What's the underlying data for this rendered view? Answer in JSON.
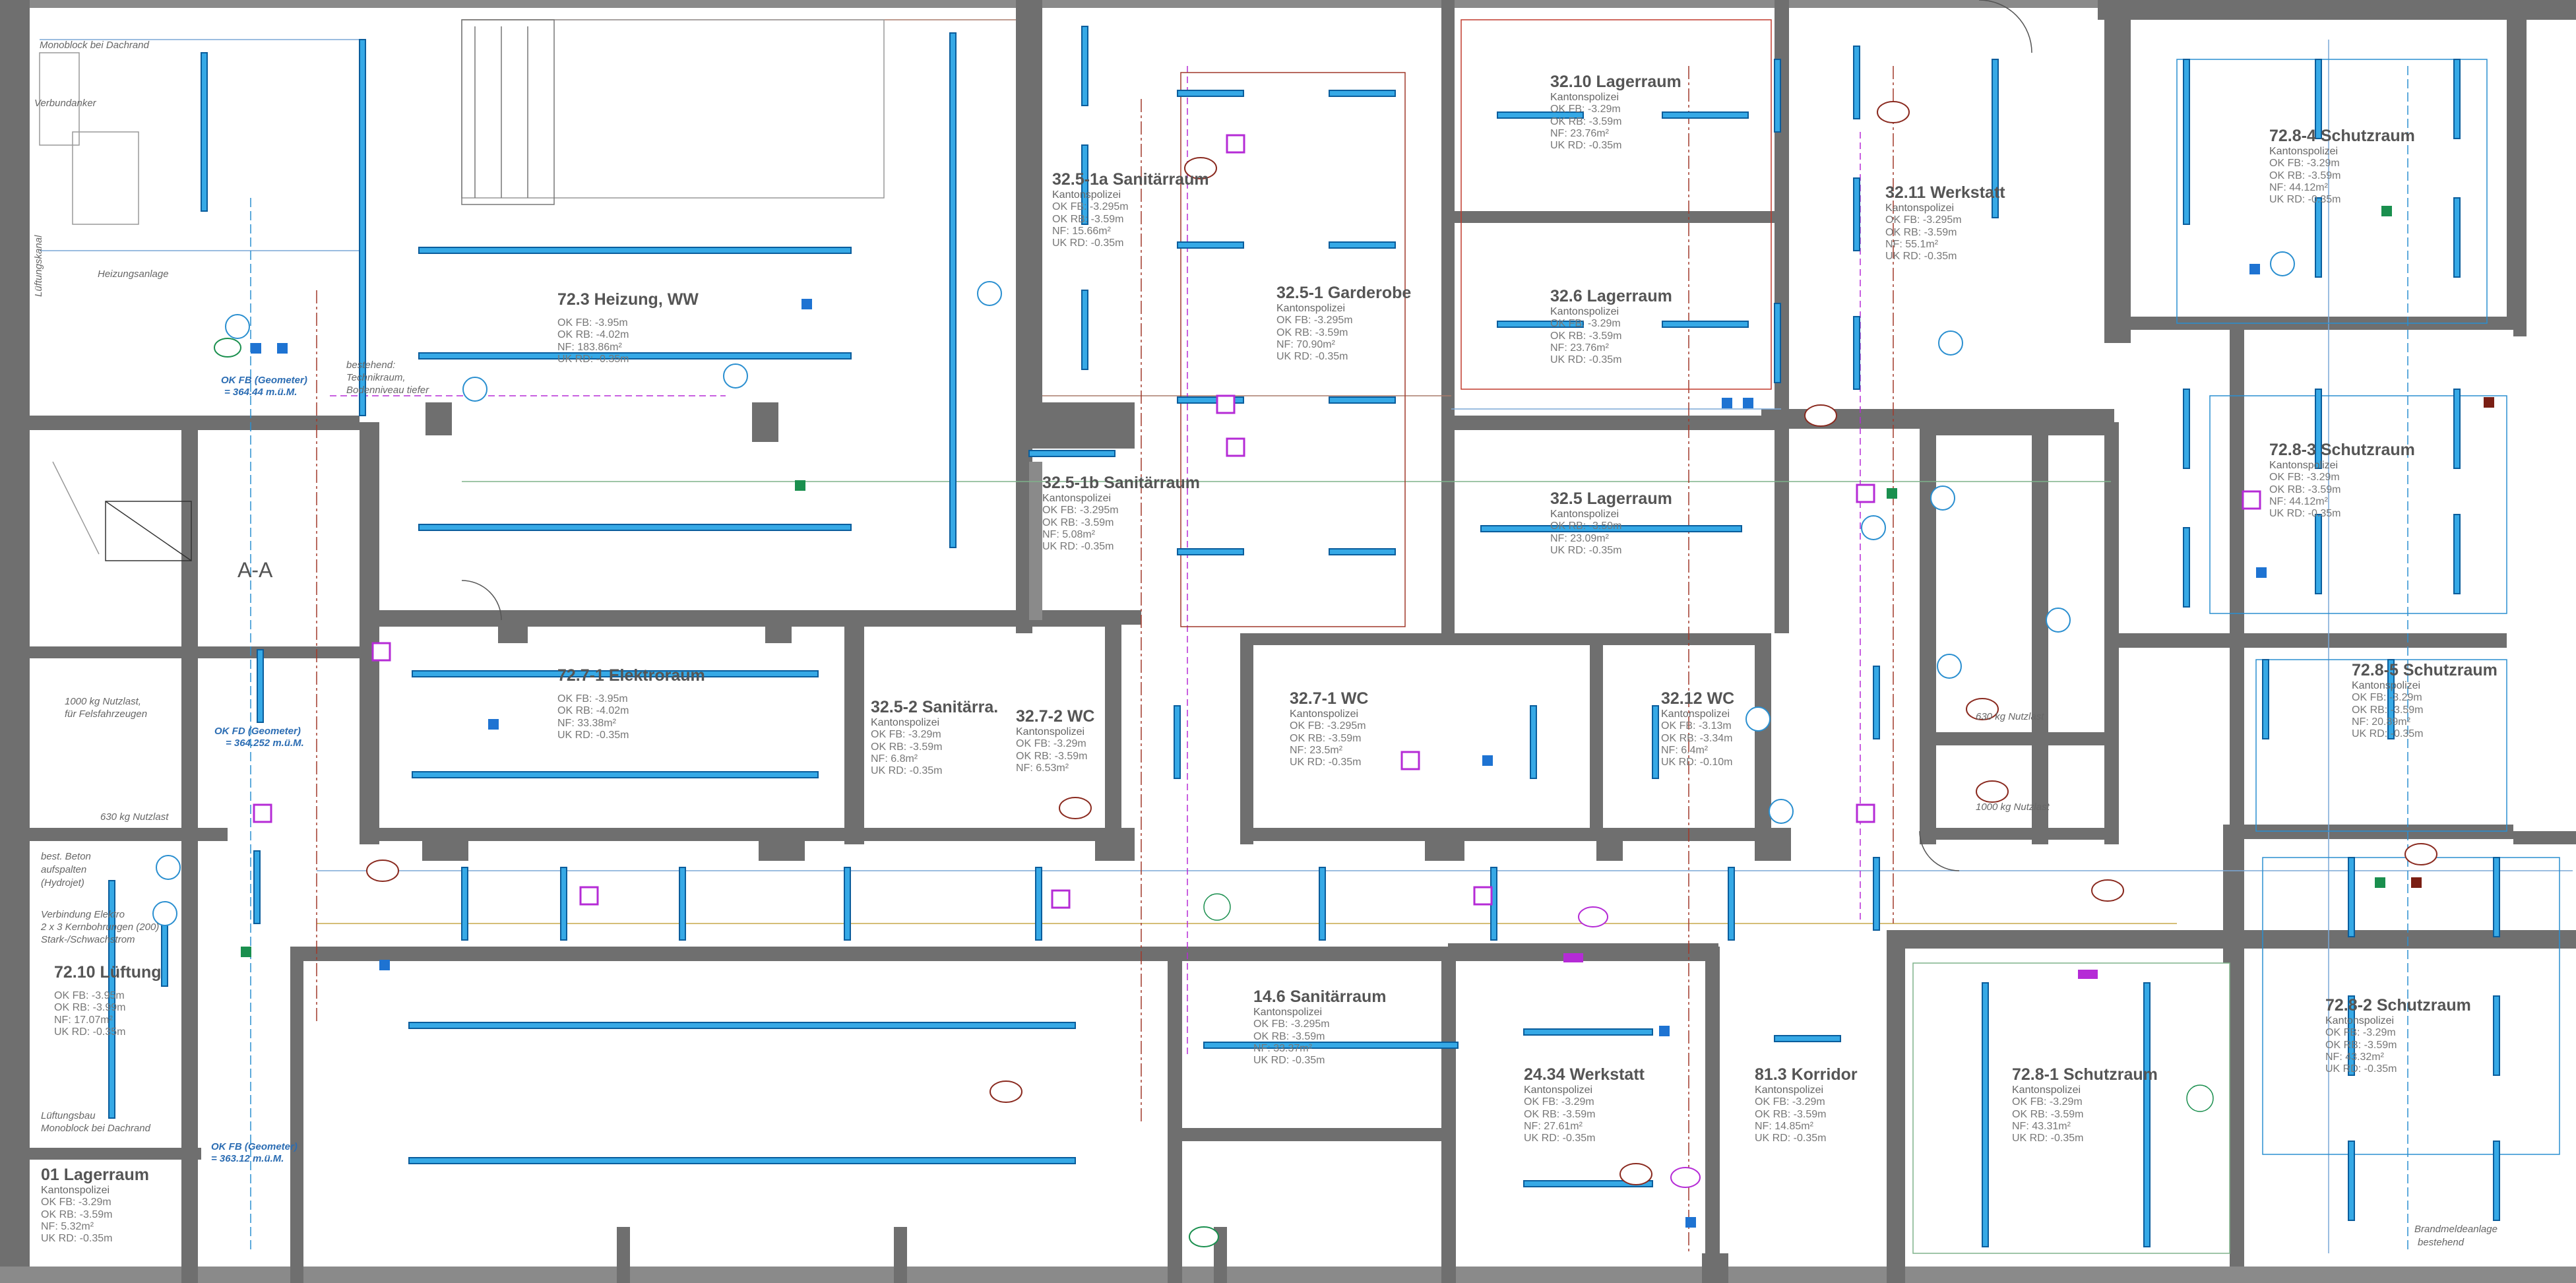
{
  "rooms": [
    {
      "id": "r1",
      "name": "72.3   Heizung, WW",
      "lines": [
        "OK FB: -3.95m",
        "OK RB: -4.02m",
        "NF: 183.86m²",
        "UK RD: -0.35m"
      ]
    },
    {
      "id": "r2",
      "name": "32.5-1a Sanitärraum",
      "sub": "Kantonspolizei",
      "lines": [
        "OK FB: -3.295m",
        "OK RB: -3.59m",
        "NF: 15.66m²",
        "UK RD: -0.35m"
      ]
    },
    {
      "id": "r3",
      "name": "32.5-1 Garderobe",
      "sub": "Kantonspolizei",
      "lines": [
        "OK FB: -3.295m",
        "OK RB: -3.59m",
        "NF: 70.90m²",
        "UK RD: -0.35m"
      ]
    },
    {
      "id": "r4",
      "name": "32.10  Lagerraum",
      "sub": "Kantonspolizei",
      "lines": [
        "OK FB: -3.29m",
        "OK RB: -3.59m",
        "NF: 23.76m²",
        "UK RD: -0.35m"
      ]
    },
    {
      "id": "r5",
      "name": "32.11  Werkstatt",
      "sub": "Kantonspolizei",
      "lines": [
        "OK FB: -3.295m",
        "OK RB: -3.59m",
        "NF: 55.1m²",
        "UK RD: -0.35m"
      ]
    },
    {
      "id": "r6",
      "name": "72.8-4 Schutzraum",
      "sub": "Kantonspolizei",
      "lines": [
        "OK FB: -3.29m",
        "OK RB: -3.59m",
        "NF: 44.12m²",
        "UK RD: -0.35m"
      ]
    },
    {
      "id": "r7",
      "name": "32.6    Lagerraum",
      "sub": "Kantonspolizei",
      "lines": [
        "OK FB: -3.29m",
        "OK RB: -3.59m",
        "NF: 23.76m²",
        "UK RD: -0.35m"
      ]
    },
    {
      "id": "r8",
      "name": "32.5-1b Sanitärraum",
      "sub": "Kantonspolizei",
      "lines": [
        "OK FB: -3.295m",
        "OK RB: -3.59m",
        "NF: 5.08m²",
        "UK RD: -0.35m"
      ]
    },
    {
      "id": "r9",
      "name": "32.5    Lagerraum",
      "sub": "Kantonspolizei",
      "lines": [
        "OK RB: -3.59m",
        "NF: 23.09m²",
        "UK RD: -0.35m"
      ]
    },
    {
      "id": "r10",
      "name": "72.8-3 Schutzraum",
      "sub": "Kantonspolizei",
      "lines": [
        "OK FB: -3.29m",
        "OK RB: -3.59m",
        "NF: 44.12m²",
        "UK RD: -0.35m"
      ]
    },
    {
      "id": "r11",
      "name": "72.7-1 Elektroraum",
      "lines": [
        "OK FB: -3.95m",
        "OK RB: -4.02m",
        "NF: 33.38m²",
        "UK RD: -0.35m"
      ]
    },
    {
      "id": "r12",
      "name": "32.5-2 Sanitärra.",
      "sub": "Kantonspolizei",
      "lines": [
        "OK FB: -3.29m",
        "OK RB: -3.59m",
        "NF: 6.8m²",
        "UK RD: -0.35m"
      ]
    },
    {
      "id": "r13",
      "name": "32.7-2 WC",
      "sub": "Kantonspolizei",
      "lines": [
        "OK FB: -3.29m",
        "OK RB: -3.59m",
        "NF: 6.53m²"
      ]
    },
    {
      "id": "r14",
      "name": "32.7-1 WC",
      "sub": "Kantonspolizei",
      "lines": [
        "OK FB: -3.295m",
        "OK RB: -3.59m",
        "NF: 23.5m²",
        "UK RD: -0.35m"
      ]
    },
    {
      "id": "r15",
      "name": "32.12  WC",
      "sub": "Kantonspolizei",
      "lines": [
        "OK FB: -3.13m",
        "OK RB: -3.34m",
        "NF: 6.4m²",
        "UK RD: -0.10m"
      ]
    },
    {
      "id": "r16",
      "name": "72.8-5 Schutzraum",
      "sub": "Kantonspolizei",
      "lines": [
        "OK FB: -3.29m",
        "OK RB: -3.59m",
        "NF: 20.89m²",
        "UK RD: -0.35m"
      ]
    },
    {
      "id": "r17",
      "name": "72.10  Lüftung",
      "lines": [
        "OK FB: -3.95m",
        "OK RB: -3.99m",
        "NF: 17.07m²",
        "UK RD: -0.35m"
      ]
    },
    {
      "id": "r18",
      "name": "14.6    Sanitärraum",
      "sub": "Kantonspolizei",
      "lines": [
        "OK FB: -3.295m",
        "OK RB: -3.59m",
        "NF: 33.37m²",
        "UK RD: -0.35m"
      ]
    },
    {
      "id": "r19",
      "name": "24.34  Werkstatt",
      "sub": "Kantonspolizei",
      "lines": [
        "OK FB: -3.29m",
        "OK RB: -3.59m",
        "NF: 27.61m²",
        "UK RD: -0.35m"
      ]
    },
    {
      "id": "r20",
      "name": "81.3    Korridor",
      "sub": "Kantonspolizei",
      "lines": [
        "OK FB: -3.29m",
        "OK RB: -3.59m",
        "NF: 14.85m²",
        "UK RD: -0.35m"
      ]
    },
    {
      "id": "r21",
      "name": "72.8-1 Schutzraum",
      "sub": "Kantonspolizei",
      "lines": [
        "OK FB: -3.29m",
        "OK RB: -3.59m",
        "NF: 43.31m²",
        "UK RD: -0.35m"
      ]
    },
    {
      "id": "r22",
      "name": "72.8-2 Schutzraum",
      "sub": "Kantonspolizei",
      "lines": [
        "OK FB: -3.29m",
        "OK RB: -3.59m",
        "NF: 43.32m²",
        "UK RD: -0.35m"
      ]
    },
    {
      "id": "r23",
      "name": "01     Lagerraum",
      "sub": "Kantonspolizei",
      "lines": [
        "OK FB: -3.29m",
        "OK RB: -3.59m",
        "NF: 5.32m²",
        "UK RD: -0.35m"
      ]
    }
  ],
  "notes": {
    "monoblock": "Monoblock bei Dachrand",
    "verbund": "Verbundanker",
    "lueftungskanal": "Lüftungskanal",
    "heizungsanlage": "Heizungsanlage",
    "okfb1": "OK FB (Geometer)",
    "okfb1b": "= 364.44 m.ü.M.",
    "bestehend": "bestehend:",
    "technikraum": "Technikraum,",
    "bodenniveau": "Bodenniveau tiefer",
    "nutzlast1000": "1000 kg Nutzlast,",
    "felsfahr": "für Felsfahrzeugen",
    "okfb2": "OK FD (Geometer)",
    "okfb2b": "= 364.252 m.ü.M.",
    "nutzlast630": "630 kg Nutzlast",
    "bestbeton": "best. Beton",
    "aufspalten": "aufspalten",
    "hydrojet": "(Hydrojet)",
    "verbindung": "Verbindung Elektro",
    "kernbohr": "2 x 3 Kernbohrungen (200)",
    "starkschwach": "Stark-/Schwachstrom",
    "luftungsbau": "Lüftungsbau",
    "monoblockdach": "Monoblock bei Dachrand",
    "okfb3": "OK FB (Geometer)",
    "okfb3b": "= 363.12 m.ü.M.",
    "section": "A-A",
    "nutzlast630b": "630 kg Nutzlast",
    "nutzlast1000b": "1000 kg Nutzlast",
    "brandmelde": "Brandmeldeanlage",
    "bestehend2": "bestehend"
  }
}
